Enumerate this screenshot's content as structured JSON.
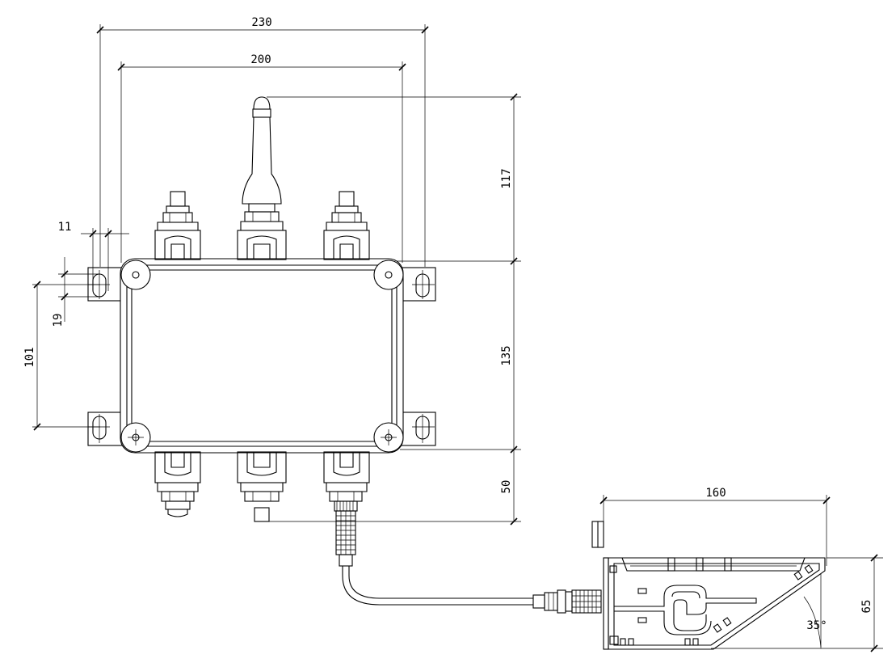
{
  "dimensions": {
    "overall_width": "230",
    "body_width": "200",
    "antenna_height": "117",
    "body_height": "135",
    "connector_depth": "50",
    "hole_spacing": "101",
    "slot_length": "19",
    "flange_width": "11",
    "bracket_length": "160",
    "bracket_height": "65",
    "bracket_angle": "35°"
  }
}
